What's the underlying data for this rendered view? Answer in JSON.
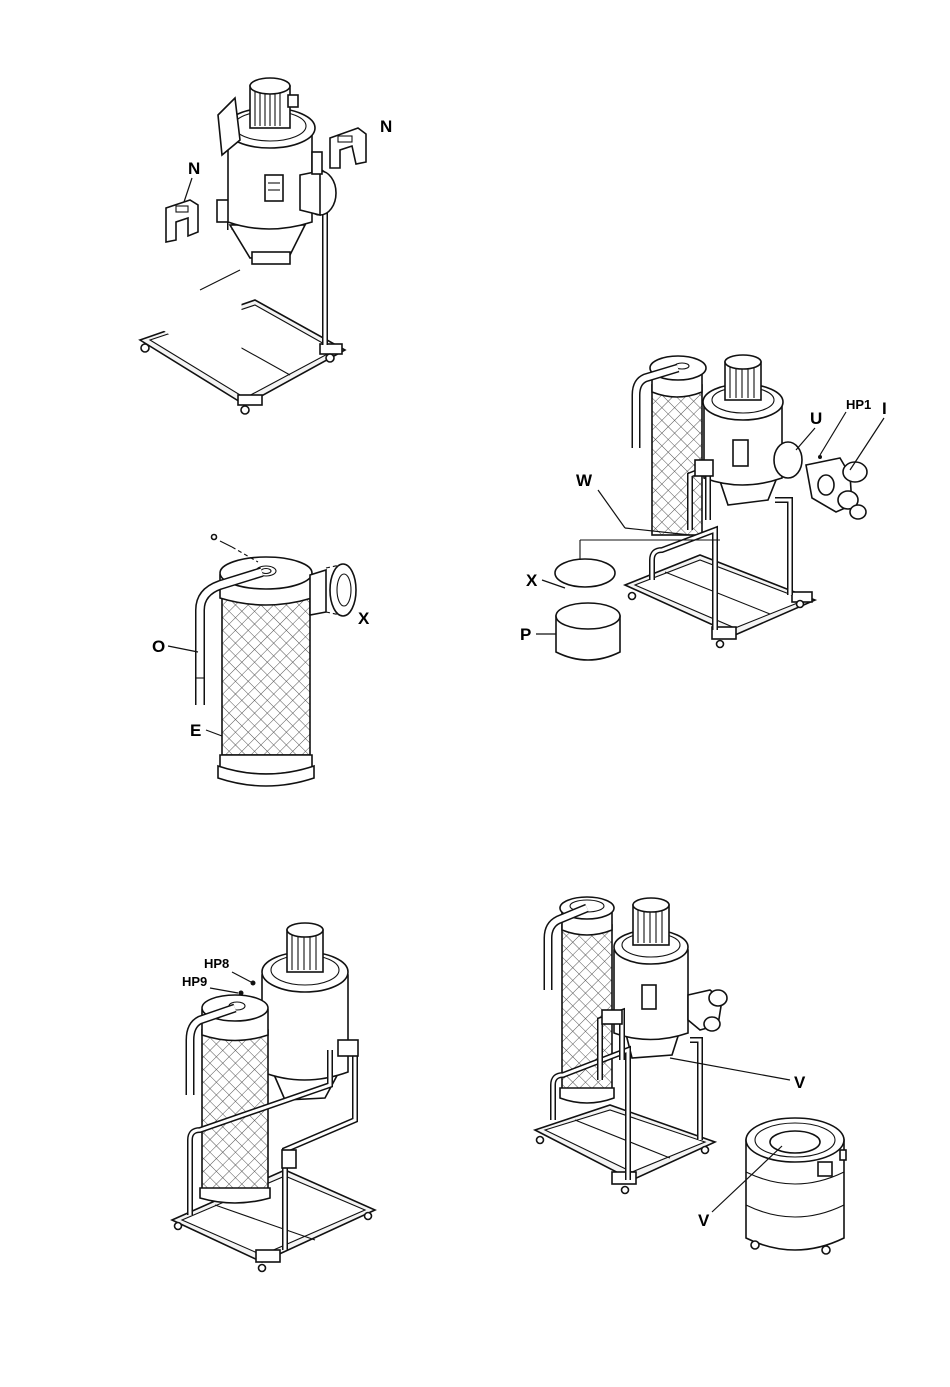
{
  "colors": {
    "ink": "#111111",
    "paper": "#ffffff",
    "mesh": "#555555"
  },
  "figure1": {
    "label_n_left": "N",
    "label_n_right": "N"
  },
  "figure2": {
    "label_o": "O",
    "label_x": "X",
    "label_e": "E"
  },
  "figure3": {
    "label_w": "W",
    "label_x": "X",
    "label_p": "P",
    "label_u": "U",
    "label_hp1": "HP1",
    "label_i": "I"
  },
  "figure4": {
    "label_hp8": "HP8",
    "label_hp9": "HP9"
  },
  "figure5": {
    "label_v_top": "V",
    "label_v_bottom": "V"
  }
}
